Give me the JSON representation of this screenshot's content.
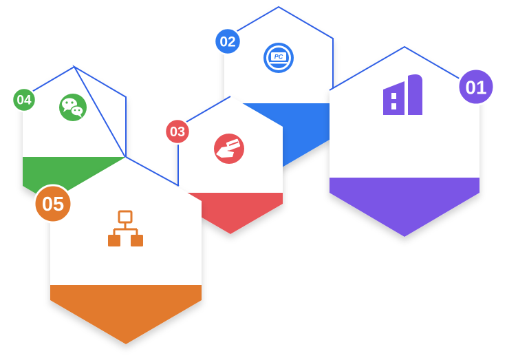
{
  "cards": [
    {
      "id": "01",
      "label": "01",
      "color": "#7b55e6",
      "icon": "building-icon"
    },
    {
      "id": "02",
      "label": "02",
      "color": "#2f7bf0",
      "icon": "pc-icon"
    },
    {
      "id": "03",
      "label": "03",
      "color": "#e85357",
      "icon": "payment-card-icon"
    },
    {
      "id": "04",
      "label": "04",
      "color": "#4bb24d",
      "icon": "wechat-icon"
    },
    {
      "id": "05",
      "label": "05",
      "color": "#e27a2d",
      "icon": "org-chart-icon"
    }
  ],
  "outline_color": "#2f5fe6"
}
